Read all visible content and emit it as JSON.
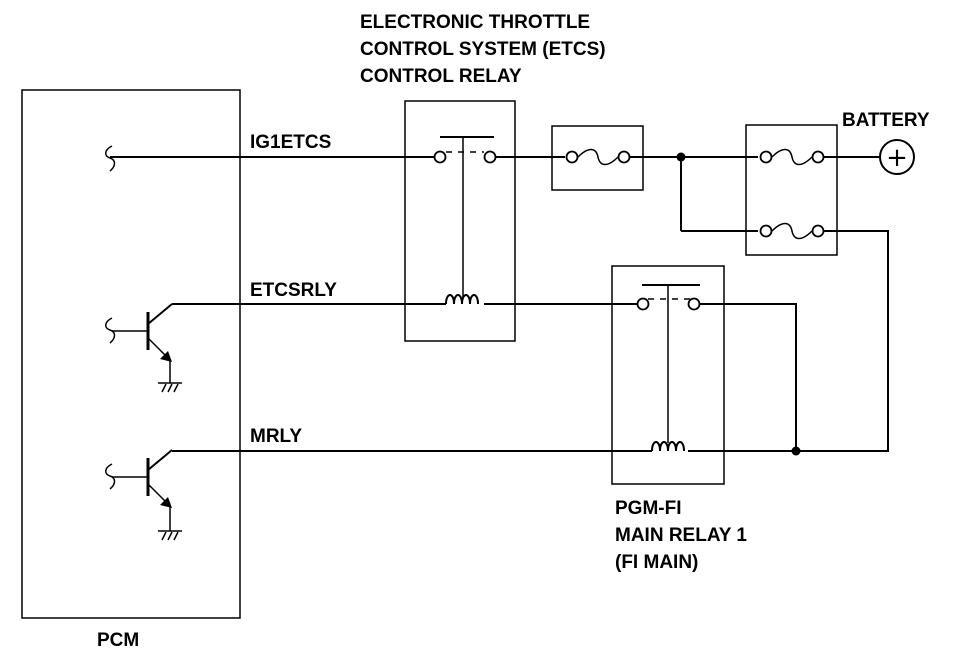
{
  "labels": {
    "relay_title_line1": "ELECTRONIC THROTTLE",
    "relay_title_line2": "CONTROL SYSTEM (ETCS)",
    "relay_title_line3": "CONTROL RELAY",
    "battery": "BATTERY",
    "battery_symbol": "+",
    "ig1etcs": "IG1ETCS",
    "etcsrly": "ETCSRLY",
    "mrly": "MRLY",
    "main_relay_line1": "PGM-FI",
    "main_relay_line2": "MAIN RELAY 1",
    "main_relay_line3": "(FI MAIN)",
    "pcm": "PCM"
  }
}
